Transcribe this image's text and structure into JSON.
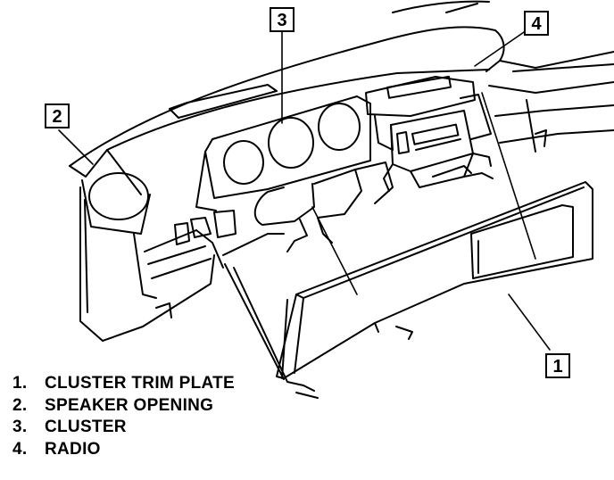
{
  "callouts": [
    {
      "number": "1"
    },
    {
      "number": "2"
    },
    {
      "number": "3"
    },
    {
      "number": "4"
    }
  ],
  "legend": [
    {
      "number": "1.",
      "label": "CLUSTER TRIM PLATE"
    },
    {
      "number": "2.",
      "label": "SPEAKER OPENING"
    },
    {
      "number": "3.",
      "label": "CLUSTER"
    },
    {
      "number": "4.",
      "label": "RADIO"
    }
  ],
  "colors": {
    "ink": "#000000",
    "background": "#ffffff"
  }
}
